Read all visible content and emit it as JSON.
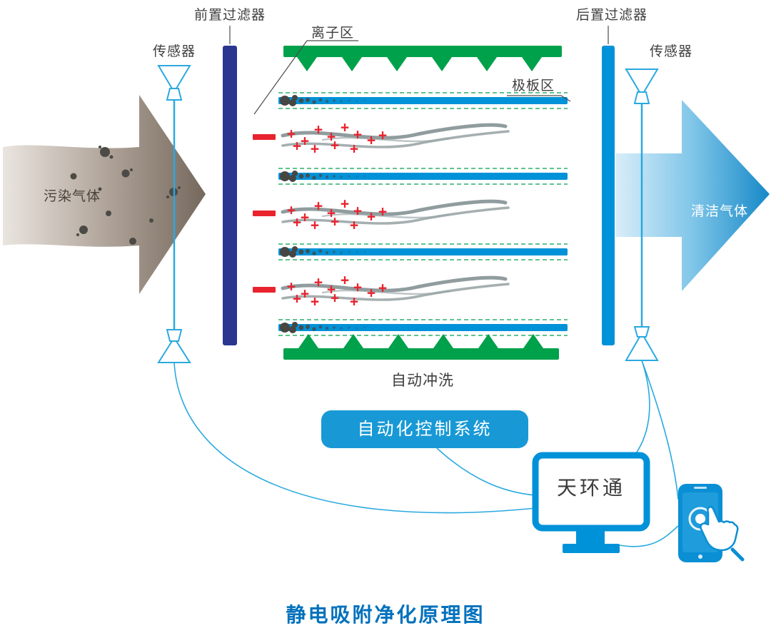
{
  "title": "静电吸附净化原理图",
  "labels": {
    "pre_filter": "前置过滤器",
    "post_filter": "后置过滤器",
    "sensor_left": "传感器",
    "sensor_right": "传感器",
    "ion_zone": "离子区",
    "plate_zone": "极板区",
    "polluted_gas": "污染气体",
    "clean_gas": "清洁气体",
    "auto_flush": "自动冲洗",
    "control_system": "自动化控制系统",
    "monitor_screen": "天环通"
  },
  "symbols": {
    "plus": "+"
  },
  "icons": {
    "sensor": "funnel-sensor-icon",
    "ion_emitter": "triangle-arrow-icon",
    "monitor": "monitor-icon",
    "phone": "smartphone-icon",
    "hand": "touch-hand-icon"
  },
  "colors": {
    "pre_filter_bar": "#2b3691",
    "post_filter_bar": "#0092d8",
    "plate_blue": "#0092d8",
    "ion_green": "#00a14b",
    "electrode_red": "#e8232e",
    "sensor_blue": "#2aa9e0",
    "control_box_blue": "#1899d6",
    "title_blue": "#0071bc",
    "polluted_gray": "#8a7e72",
    "clean_blue": "#0f85c6"
  }
}
